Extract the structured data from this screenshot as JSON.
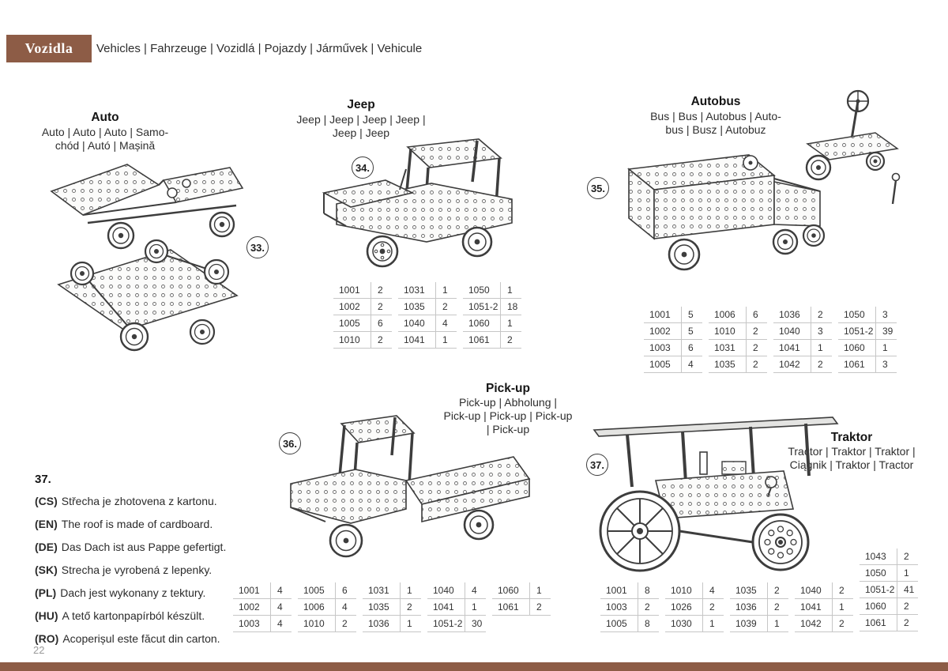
{
  "header": {
    "label": "Vozidla",
    "translations": "Vehicles | Fahrzeuge | Vozidlá | Pojazdy | Járművek | Vehicule"
  },
  "accent_color": "#8d5c46",
  "page_number": "22",
  "models": {
    "auto": {
      "number": "33.",
      "title": "Auto",
      "subtitle_lines": [
        "Auto | Auto | Auto | Samo-",
        "chód | Autó | Mașină"
      ]
    },
    "jeep": {
      "number": "34.",
      "title": "Jeep",
      "subtitle_lines": [
        "Jeep | Jeep | Jeep | Jeep |",
        "Jeep | Jeep"
      ],
      "parts_columns": [
        [
          [
            "1001",
            "2"
          ],
          [
            "1002",
            "2"
          ],
          [
            "1005",
            "6"
          ],
          [
            "1010",
            "2"
          ]
        ],
        [
          [
            "1031",
            "1"
          ],
          [
            "1035",
            "2"
          ],
          [
            "1040",
            "4"
          ],
          [
            "1041",
            "1"
          ]
        ],
        [
          [
            "1050",
            "1"
          ],
          [
            "1051-2",
            "18"
          ],
          [
            "1060",
            "1"
          ],
          [
            "1061",
            "2"
          ]
        ]
      ]
    },
    "autobus": {
      "number": "35.",
      "title": "Autobus",
      "subtitle_lines": [
        "Bus | Bus | Autobus | Auto-",
        "bus | Busz | Autobuz"
      ],
      "parts_columns": [
        [
          [
            "1001",
            "5"
          ],
          [
            "1002",
            "5"
          ],
          [
            "1003",
            "6"
          ],
          [
            "1005",
            "4"
          ]
        ],
        [
          [
            "1006",
            "6"
          ],
          [
            "1010",
            "2"
          ],
          [
            "1031",
            "2"
          ],
          [
            "1035",
            "2"
          ]
        ],
        [
          [
            "1036",
            "2"
          ],
          [
            "1040",
            "3"
          ],
          [
            "1041",
            "1"
          ],
          [
            "1042",
            "2"
          ]
        ],
        [
          [
            "1050",
            "3"
          ],
          [
            "1051-2",
            "39"
          ],
          [
            "1060",
            "1"
          ],
          [
            "1061",
            "3"
          ]
        ]
      ]
    },
    "pickup": {
      "number": "36.",
      "title": "Pick-up",
      "subtitle_lines": [
        "Pick-up | Abholung |",
        "Pick-up | Pick-up | Pick-up",
        "| Pick-up"
      ],
      "parts_columns": [
        [
          [
            "1001",
            "4"
          ],
          [
            "1002",
            "4"
          ],
          [
            "1003",
            "4"
          ]
        ],
        [
          [
            "1005",
            "6"
          ],
          [
            "1006",
            "4"
          ],
          [
            "1010",
            "2"
          ]
        ],
        [
          [
            "1031",
            "1"
          ],
          [
            "1035",
            "2"
          ],
          [
            "1036",
            "1"
          ]
        ],
        [
          [
            "1040",
            "4"
          ],
          [
            "1041",
            "1"
          ],
          [
            "1051-2",
            "30"
          ]
        ],
        [
          [
            "1060",
            "1"
          ],
          [
            "1061",
            "2"
          ]
        ]
      ]
    },
    "traktor": {
      "number": "37.",
      "title": "Traktor",
      "subtitle_lines": [
        "Tractor | Traktor | Traktor |",
        "Ciągnik | Traktor | Tractor"
      ],
      "parts_columns": [
        [
          [
            "1001",
            "8"
          ],
          [
            "1003",
            "2"
          ],
          [
            "1005",
            "8"
          ]
        ],
        [
          [
            "1010",
            "4"
          ],
          [
            "1026",
            "2"
          ],
          [
            "1030",
            "1"
          ]
        ],
        [
          [
            "1035",
            "2"
          ],
          [
            "1036",
            "2"
          ],
          [
            "1039",
            "1"
          ]
        ],
        [
          [
            "1040",
            "2"
          ],
          [
            "1041",
            "1"
          ],
          [
            "1042",
            "2"
          ]
        ]
      ],
      "parts_columns_right": [
        [
          [
            "1043",
            "2"
          ],
          [
            "1050",
            "1"
          ],
          [
            "1051-2",
            "41"
          ],
          [
            "1060",
            "2"
          ],
          [
            "1061",
            "2"
          ]
        ]
      ]
    }
  },
  "note": {
    "number": "37.",
    "lines": [
      {
        "tag": "(CS)",
        "text": "Střecha je zhotovena z kartonu."
      },
      {
        "tag": "(EN)",
        "text": "The roof is made of cardboard."
      },
      {
        "tag": "(DE)",
        "text": "Das Dach ist aus Pappe gefertigt."
      },
      {
        "tag": "(SK)",
        "text": "Strecha je vyrobená z lepenky."
      },
      {
        "tag": "(PL)",
        "text": "Dach jest wykonany z tektury."
      },
      {
        "tag": "(HU)",
        "text": "A tető kartonpapírból készült."
      },
      {
        "tag": "(RO)",
        "text": "Acoperișul este făcut din carton."
      }
    ]
  }
}
